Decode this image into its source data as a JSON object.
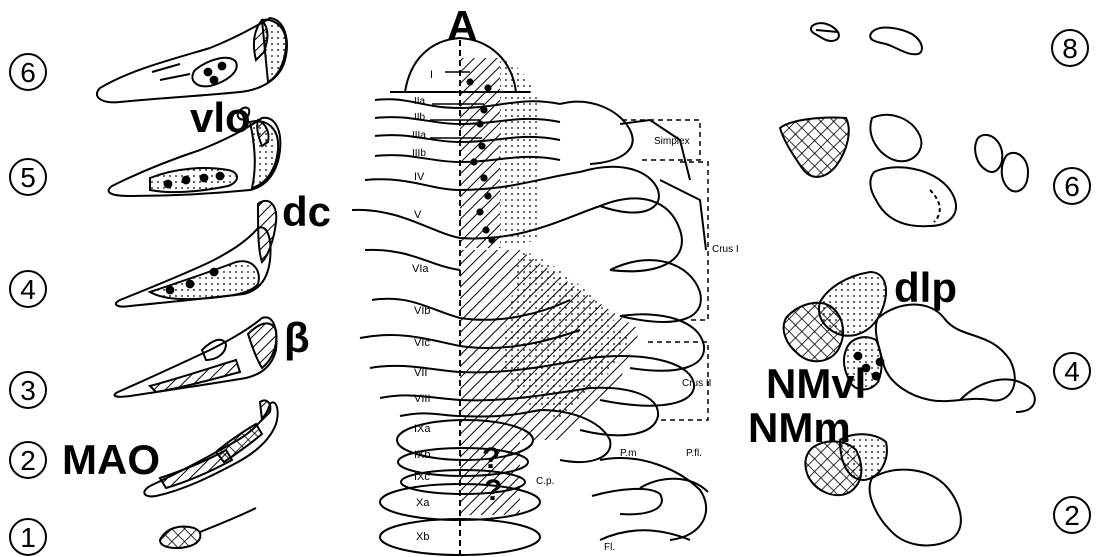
{
  "figure": {
    "panel_letter": "A",
    "left_section_numbers": [
      "6",
      "5",
      "4",
      "3",
      "2",
      "1"
    ],
    "right_section_numbers": [
      "8",
      "6",
      "4",
      "2"
    ],
    "olive_labels": {
      "vlo": "vlo",
      "dc": "dc",
      "beta": "β",
      "mao": "MAO"
    },
    "nuclei_labels": {
      "dlp": "dlp",
      "nmvl": "NMvl",
      "nmm": "NMm"
    },
    "lobules": [
      "I",
      "IIa",
      "IIb",
      "IIIa",
      "IIIb",
      "IV",
      "V",
      "VIa",
      "VIb",
      "VIc",
      "VII",
      "VIII",
      "IXa",
      "IXb",
      "IXc",
      "Xa",
      "Xb"
    ],
    "hemisphere_labels": {
      "simplex": "Simplex",
      "crus1": "Crus I",
      "crus2": "Crus II",
      "pm": "P.m",
      "pfl": "P.fl.",
      "cp": "C.p.",
      "fl": "Fl."
    },
    "question_marks": [
      "?",
      "?"
    ]
  }
}
